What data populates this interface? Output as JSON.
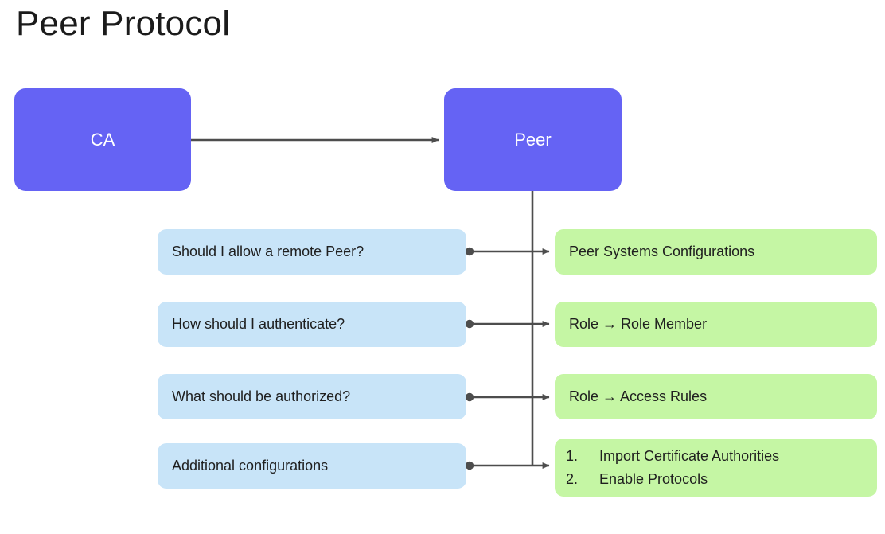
{
  "page": {
    "title": "Peer Protocol",
    "background_color": "#ffffff"
  },
  "colors": {
    "primary_node": "#6563f4",
    "primary_node_text": "#ffffff",
    "question_node": "#c8e4f8",
    "answer_node": "#c5f6a4",
    "node_text": "#1f1f1f",
    "edge": "#4d4d4d",
    "title_text": "#1b1b1b"
  },
  "diagram": {
    "nodes": {
      "ca": {
        "label": "CA"
      },
      "peer": {
        "label": "Peer"
      }
    },
    "rows": [
      {
        "question": "Should I allow a remote Peer?",
        "answer": "Peer Systems Configurations"
      },
      {
        "question": "How should I authenticate?",
        "answer": "Role → Role Member"
      },
      {
        "question": "What should be authorized?",
        "answer": "Role → Access Rules"
      },
      {
        "question": "Additional configurations",
        "answer_list": [
          {
            "number": "1.",
            "text": "Import Certificate Authorities"
          },
          {
            "number": "2.",
            "text": "Enable Protocols"
          }
        ]
      }
    ],
    "edges": [
      {
        "name": "ca-to-peer",
        "from": "ca",
        "to": "peer",
        "style": "arrow"
      },
      {
        "name": "peer-trunk",
        "from": "peer",
        "to": "row-connectors",
        "style": "line"
      },
      {
        "name": "row-1-connector",
        "from": "question-1",
        "to": "answer-1",
        "style": "dot-to-arrow"
      },
      {
        "name": "row-2-connector",
        "from": "question-2",
        "to": "answer-2",
        "style": "dot-to-arrow"
      },
      {
        "name": "row-3-connector",
        "from": "question-3",
        "to": "answer-3",
        "style": "dot-to-arrow"
      },
      {
        "name": "row-4-connector",
        "from": "question-4",
        "to": "answer-4",
        "style": "dot-to-arrow"
      }
    ]
  }
}
